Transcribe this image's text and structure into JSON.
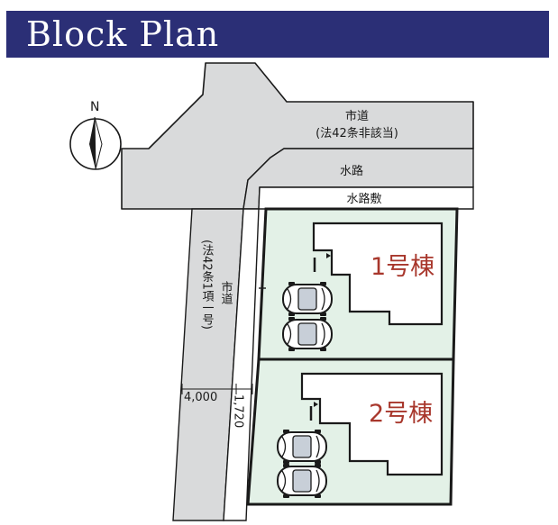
{
  "header": {
    "title": "Block Plan"
  },
  "compass": {
    "north_label": "N"
  },
  "roads": {
    "city_road_top": {
      "name": "市道",
      "note": "(法42条非該当)"
    },
    "waterway": "水路",
    "waterway_land": "水路敷",
    "city_road_left": {
      "name": "市道",
      "note": "(法42条1項一号)"
    }
  },
  "dimensions": {
    "road_width": "4,000",
    "setback": "1,720"
  },
  "lots": [
    {
      "building_label": "1号棟"
    },
    {
      "building_label": "2号棟"
    }
  ],
  "colors": {
    "banner": "#2b2f76",
    "road": "#d9dadb",
    "lot_fill": "#e3f1e7",
    "building_label": "#a8372c"
  }
}
